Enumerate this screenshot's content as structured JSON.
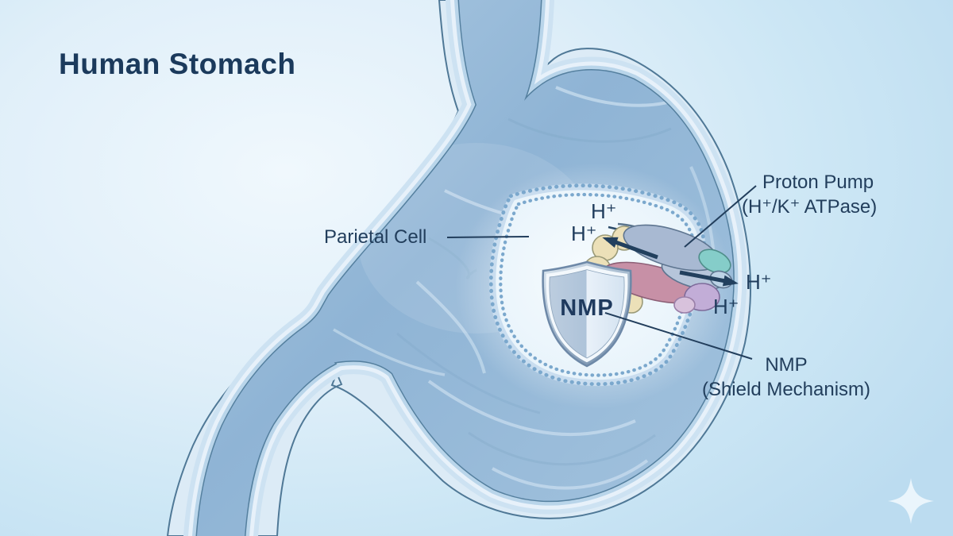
{
  "title": "Human Stomach",
  "labels": {
    "parietal_cell": "Parietal Cell",
    "proton_pump_line1": "Proton Pump",
    "proton_pump_line2": "(H⁺/K⁺ ATPase)",
    "nmp_line1": "NMP",
    "nmp_line2": "(Shield Mechanism)",
    "shield_badge": "NMP"
  },
  "ions": {
    "left_top": "H⁺",
    "left_mid": "H⁺",
    "right_top": "H⁺",
    "right_bottom": "H⁺"
  },
  "icons": {
    "shield": "shield-icon",
    "sparkle": "sparkle-icon"
  },
  "colors": {
    "background_top_left": "#f0f8fd",
    "background_edge": "#bcdcf0",
    "stomach_wall_line": "#4f7896",
    "stomach_interior": "#8fb4d5",
    "membrane_dots": "#7ba8cd",
    "title_text": "#1b3a5c",
    "label_text": "#223e5c",
    "arrow": "#22405e",
    "shield_face_dark": "#b0c4d9",
    "shield_face_light": "#e8f0f8",
    "pump_gray": "#a8b9d2",
    "pump_pink": "#c790a6",
    "pump_cream": "#ece0b8",
    "pump_teal": "#85cdc9",
    "pump_lavender": "#c2add7"
  }
}
